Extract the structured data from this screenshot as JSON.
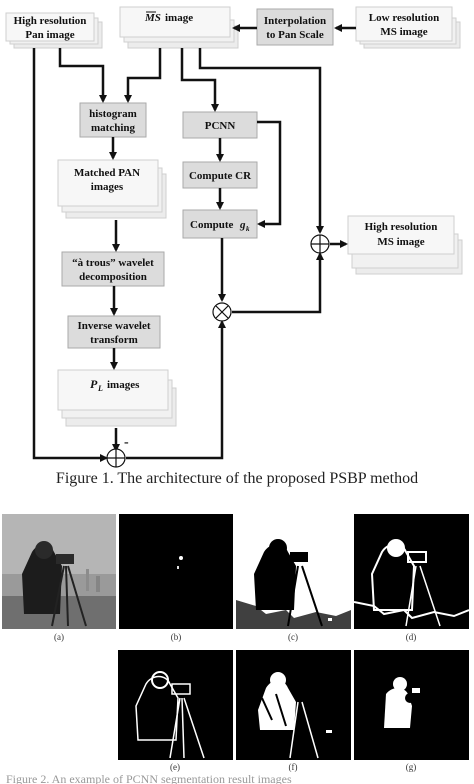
{
  "nodes": {
    "high_res_pan": [
      "High resolution",
      "Pan image"
    ],
    "ms_image": "image",
    "ms_symbol": "MS",
    "interp": [
      "Interpolation",
      "to Pan Scale"
    ],
    "low_res_ms": [
      "Low resolution",
      "MS image"
    ],
    "histogram": [
      "histogram",
      "matching"
    ],
    "pcnn": "PCNN",
    "matched_pan": [
      "Matched PAN",
      "images"
    ],
    "compute_cr": "Compute  CR",
    "compute_g": "Compute",
    "compute_g_sym": "g",
    "compute_g_sub": "k",
    "high_res_ms_out": [
      "High resolution",
      "MS image"
    ],
    "a_trous": [
      "“à trous” wavelet",
      "decomposition"
    ],
    "inverse": [
      "Inverse wavelet",
      "transform"
    ],
    "pl_images": "images",
    "pl_symbol": "P",
    "pl_sub": "L",
    "minus": "-"
  },
  "caption": "Figure 1. The architecture of the proposed PSBP method",
  "panels": [
    "(a)",
    "(b)",
    "(c)",
    "(d)",
    "(e)",
    "(f)",
    "(g)"
  ],
  "bottom_text": "Figure 2. An example of PCNN segmentation result images"
}
